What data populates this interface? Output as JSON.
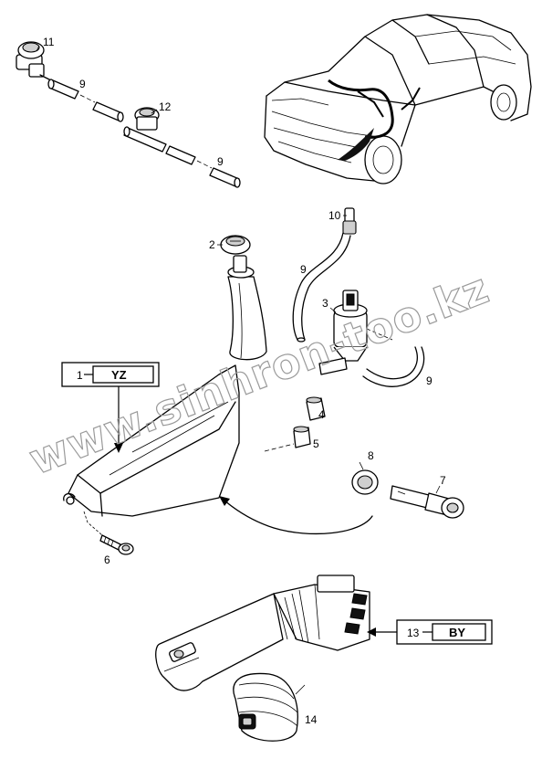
{
  "callouts": {
    "c1": "1",
    "c2": "2",
    "c3": "3",
    "c4": "4",
    "c5": "5",
    "c6": "6",
    "c7": "7",
    "c8": "8",
    "c9a": "9",
    "c9b": "9",
    "c9c": "9",
    "c9d": "9",
    "c10": "10",
    "c11": "11",
    "c12": "12",
    "c13": "13",
    "c14": "14"
  },
  "codes": {
    "box1": "YZ",
    "box13": "BY"
  },
  "watermark": "www.sinhron-too.kz"
}
